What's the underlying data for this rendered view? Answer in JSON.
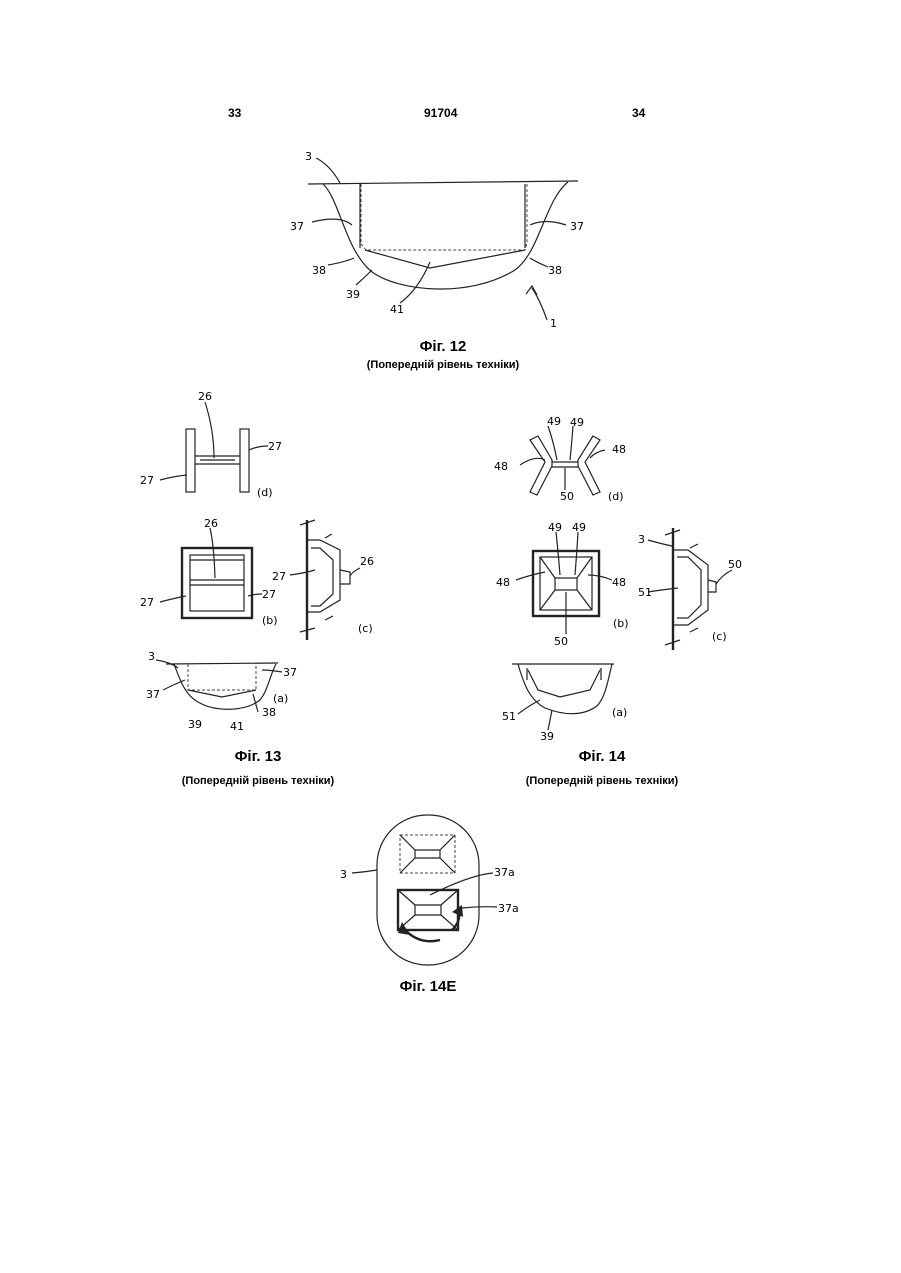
{
  "header": {
    "page_left": "33",
    "doc_number": "91704",
    "page_right": "34"
  },
  "fig12": {
    "title": "Фіг. 12",
    "subtitle": "(Попередній рівень техніки)",
    "labels": {
      "l3": "3",
      "l37a": "37",
      "l37b": "37",
      "l38a": "38",
      "l38b": "38",
      "l39": "39",
      "l41": "41",
      "l1": "1"
    }
  },
  "fig13": {
    "title": "Фіг. 13",
    "subtitle": "(Попередній рівень техніки)",
    "labels": {
      "d26": "26",
      "d27a": "27",
      "d27b": "27",
      "d_tag": "(d)",
      "b26": "26",
      "b27a": "27",
      "b27b": "27",
      "b_tag": "(b)",
      "c27": "27",
      "c26": "26",
      "c_tag": "(c)",
      "a3": "3",
      "a37a": "37",
      "a37b": "37",
      "a38": "38",
      "a39": "39",
      "a41": "41",
      "a_tag": "(a)"
    }
  },
  "fig14": {
    "title": "Фіг. 14",
    "subtitle": "(Попередній рівень техніки)",
    "labels": {
      "d49a": "49",
      "d49b": "49",
      "d48a": "48",
      "d48b": "48",
      "d50": "50",
      "d_tag": "(d)",
      "b49a": "49",
      "b49b": "49",
      "b48a": "48",
      "b48b": "48",
      "b50": "50",
      "b_tag": "(b)",
      "c3": "3",
      "c50": "50",
      "c51": "51",
      "c_tag": "(c)",
      "a51": "51",
      "a39": "39",
      "a_tag": "(a)"
    }
  },
  "fig14e": {
    "title": "Фіг. 14E",
    "labels": {
      "l3": "3",
      "l37a": "37a",
      "l37b": "37a"
    }
  }
}
